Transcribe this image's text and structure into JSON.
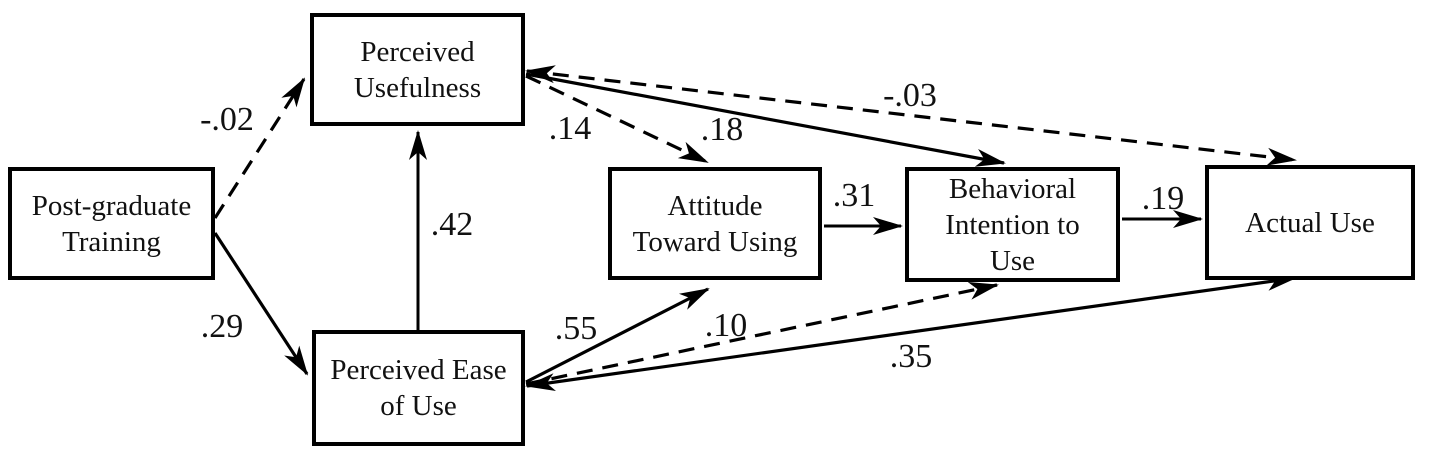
{
  "diagram_type": "path-diagram",
  "colors": {
    "background": "#ffffff",
    "box_border": "#000000",
    "line": "#000000",
    "text": "#111111"
  },
  "nodes": [
    {
      "id": "post_graduate_training",
      "label": "Post-graduate\nTraining"
    },
    {
      "id": "perceived_usefulness",
      "label": "Perceived\nUsefulness"
    },
    {
      "id": "perceived_ease_of_use",
      "label": "Perceived Ease\nof Use"
    },
    {
      "id": "attitude_toward_using",
      "label": "Attitude\nToward Using"
    },
    {
      "id": "behavioral_intention_to_use",
      "label": "Behavioral\nIntention to\nUse"
    },
    {
      "id": "actual_use",
      "label": "Actual Use"
    }
  ],
  "paths": [
    {
      "from": "Post-graduate Training",
      "to": "Perceived Usefulness",
      "coefficient": "-.02",
      "style": "dashed",
      "double_headed": false
    },
    {
      "from": "Post-graduate Training",
      "to": "Perceived Ease of Use",
      "coefficient": ".29",
      "style": "solid",
      "double_headed": false
    },
    {
      "from": "Perceived Ease of Use",
      "to": "Perceived Usefulness",
      "coefficient": ".42",
      "style": "solid",
      "double_headed": false
    },
    {
      "from": "Perceived Usefulness",
      "to": "Attitude Toward Using",
      "coefficient": ".14",
      "style": "dashed",
      "double_headed": false
    },
    {
      "from": "Perceived Usefulness",
      "to": "Behavioral Intention to Use",
      "coefficient": ".18",
      "style": "solid",
      "double_headed": false
    },
    {
      "from": "Perceived Usefulness",
      "to": "Actual Use",
      "coefficient": "-.03",
      "style": "dashed",
      "double_headed": true
    },
    {
      "from": "Perceived Ease of Use",
      "to": "Attitude Toward Using",
      "coefficient": ".55",
      "style": "solid",
      "double_headed": false
    },
    {
      "from": "Perceived Ease of Use",
      "to": "Behavioral Intention to Use",
      "coefficient": ".10",
      "style": "dashed",
      "double_headed": false
    },
    {
      "from": "Perceived Ease of Use",
      "to": "Actual Use",
      "coefficient": ".35",
      "style": "solid",
      "double_headed": true
    },
    {
      "from": "Attitude Toward Using",
      "to": "Behavioral Intention to Use",
      "coefficient": ".31",
      "style": "solid",
      "double_headed": false
    },
    {
      "from": "Behavioral Intention to Use",
      "to": "Actual Use",
      "coefficient": ".19",
      "style": "solid",
      "double_headed": false
    }
  ]
}
